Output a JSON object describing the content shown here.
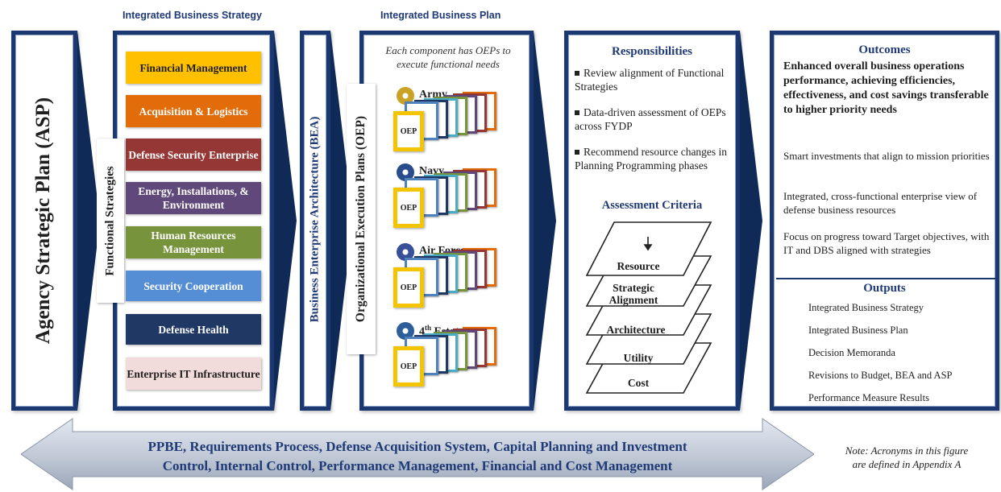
{
  "asp_label": "Agency Strategic Plan (ASP)",
  "headers": {
    "strategy": "Integrated Business Strategy",
    "plan": "Integrated Business Plan"
  },
  "functional_strategies_label": "Functional Strategies",
  "strategies": [
    {
      "label": "Financial Management",
      "color": "#ffc000",
      "text_color": "#1f1f1f"
    },
    {
      "label": "Acquisition & Logistics",
      "color": "#e26b0a",
      "text_color": "#ffffff"
    },
    {
      "label": "Defense Security Enterprise",
      "color": "#953735",
      "text_color": "#ffffff"
    },
    {
      "label": "Energy, Installations, & Environment",
      "color": "#60497a",
      "text_color": "#ffffff"
    },
    {
      "label": "Human Resources Management",
      "color": "#77933c",
      "text_color": "#ffffff"
    },
    {
      "label": "Security Cooperation",
      "color": "#558ed5",
      "text_color": "#ffffff"
    },
    {
      "label": "Defense Health",
      "color": "#1f3864",
      "text_color": "#ffffff"
    },
    {
      "label": "Enterprise IT Infrastructure",
      "color": "#f2dcdb",
      "text_color": "#1f1f1f"
    }
  ],
  "bea_label": "Business Enterprise Architecture (BEA)",
  "oep_label": "Organizational Execution Plans (OEP)",
  "oep_note": "Each component has OEPs to execute functional needs",
  "services": [
    {
      "label": "Army",
      "seal": "army-seal-icon",
      "sup": ""
    },
    {
      "label": "Navy",
      "seal": "navy-seal-icon",
      "sup": ""
    },
    {
      "label": "Air Force",
      "seal": "air-force-seal-icon",
      "sup": ""
    },
    {
      "prefix": "4",
      "sup": "th",
      "label": " Estate OEP",
      "seal": "dod-seal-icon"
    }
  ],
  "oep_card_text": "OEP",
  "card_colors": [
    "#4f81bd",
    "#1f3864",
    "#4bacc6",
    "#77933c",
    "#60497a",
    "#953735",
    "#e26b0a"
  ],
  "responsibilities": {
    "title": "Responsibilities",
    "items": [
      "Review alignment of Functional Strategies",
      "Data-driven assessment of OEPs across FYDP",
      "Recommend resource changes in Planning Programming phases"
    ]
  },
  "assessment": {
    "title": "Assessment Criteria",
    "layers": [
      "Resource",
      "Strategic Alignment",
      "Architecture",
      "Utility",
      "Cost"
    ]
  },
  "outcomes": {
    "title": "Outcomes",
    "lead": "Enhanced  overall business operations performance, achieving efficiencies, effectiveness, and cost savings transferable to higher priority needs",
    "items": [
      "Smart investments that align to mission priorities",
      "Integrated, cross-functional enterprise view of defense business resources",
      "Focus on progress toward Target objectives, with IT and DBS aligned with strategies"
    ]
  },
  "outputs": {
    "title": "Outputs",
    "items": [
      "Integrated Business Strategy",
      "Integrated Business Plan",
      "Decision Memoranda",
      "Revisions to Budget, BEA and ASP",
      "Performance Measure Results"
    ]
  },
  "bottom_arrow": {
    "line1": "PPBE, Requirements Process, Defense Acquisition System, Capital Planning and Investment",
    "line2": "Control, Internal Control, Performance Management, Financial and Cost Management"
  },
  "note": {
    "line1": "Note: Acronyms in this figure",
    "line2": "are defined in Appendix A"
  }
}
